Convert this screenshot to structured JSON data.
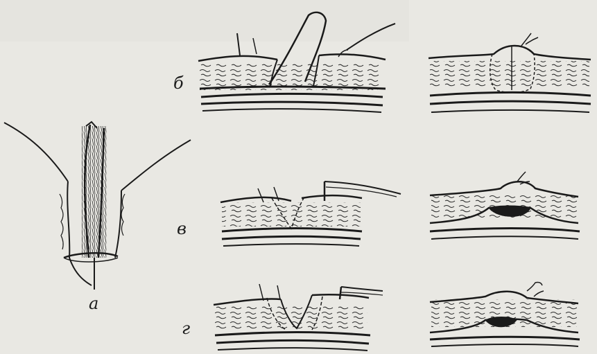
{
  "figure": {
    "panel_labels": {
      "a": "а",
      "b": "б",
      "v": "в",
      "g": "г"
    },
    "colors": {
      "background": "#e9e8e3",
      "ink": "#1a1a1a",
      "paper_bleed": "#d6d5d0"
    }
  }
}
